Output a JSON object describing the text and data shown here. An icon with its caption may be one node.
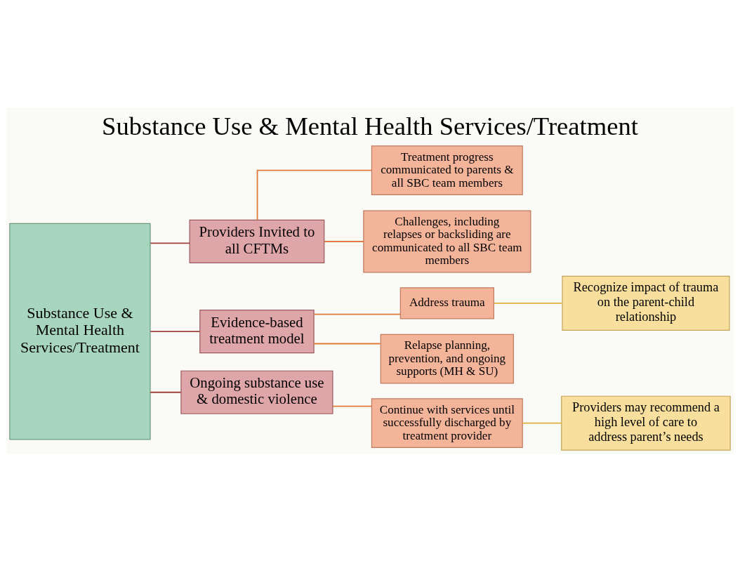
{
  "diagram": {
    "title": "Substance Use & Mental Health Services/Treatment",
    "nodes": [
      {
        "text": [
          "Substance Use & Mental Health Services/Treatment"
        ]
      },
      {
        "text": [
          "Providers Invited to all CFTMs"
        ]
      },
      {
        "text": [
          "Evidence-based treatment model"
        ]
      },
      {
        "text": [
          "Ongoing substance use & domestic violence"
        ]
      },
      {
        "text": [
          "Treatment progress communicated to parents & all SBC team members"
        ]
      },
      {
        "text": [
          "Challenges, including relapses or backsliding are communicated to all SBC team members"
        ]
      },
      {
        "text": [
          "Address trauma"
        ]
      },
      {
        "text": [
          "Relapse planning, prevention, and ongoing supports (MH & SU)"
        ]
      },
      {
        "text": [
          "Continue with services until successfully discharged by treatment provider"
        ]
      },
      {
        "text": [
          "Recognize impact of trauma on the parent-child relationship"
        ]
      },
      {
        "text": [
          "Providers may recommend a high level of care to address parent’s needs"
        ]
      }
    ],
    "edges": [
      {
        "from": 0,
        "to": 1,
        "arrow": "none",
        "color": "#a0413c"
      },
      {
        "from": 0,
        "to": 2,
        "arrow": "none",
        "color": "#a0413c"
      },
      {
        "from": 0,
        "to": 3,
        "arrow": "none",
        "color": "#a0413c"
      },
      {
        "from": 1,
        "to": 4,
        "arrow": "none"
      },
      {
        "from": 1,
        "to": 5,
        "arrow": "none"
      },
      {
        "from": 2,
        "to": 6,
        "arrow": "none"
      },
      {
        "from": 2,
        "to": 7,
        "arrow": "none"
      },
      {
        "from": 3,
        "to": 8,
        "arrow": "none"
      },
      {
        "from": 6,
        "to": 9,
        "arrow": "none",
        "color": "#e0b040"
      },
      {
        "from": 8,
        "to": 10,
        "arrow": "none",
        "color": "#e0b040"
      }
    ]
  }
}
